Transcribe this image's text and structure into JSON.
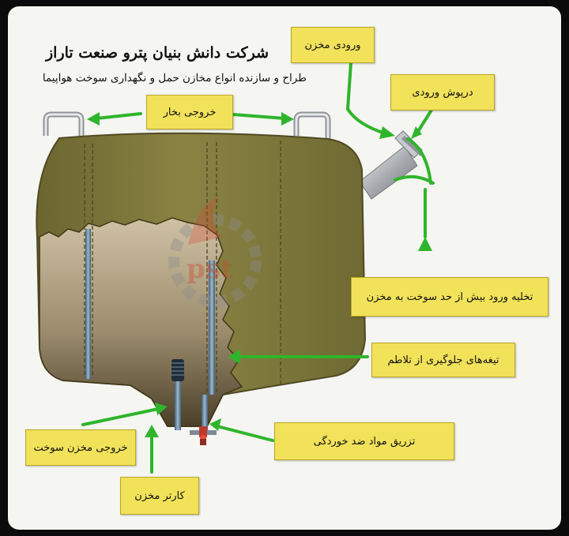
{
  "header": {
    "title": "شرکت دانش بنیان پترو صنعت تاراز",
    "subtitle": "طراح و سازنده انواع مخازن حمل و نگهداری سوخت هواپیما"
  },
  "watermark": {
    "text": "pst"
  },
  "labels": {
    "tank_inlet": "ورودی مخزن",
    "inlet_cap": "درپوش ورودی",
    "vapor_outlet": "خروجی بخار",
    "overfill_drain": "تخلیه ورود بیش از حد سوخت به مخزن",
    "baffles": "تیغه‌های جلوگیری از تلاطم",
    "anticorrosion": "تزریق مواد ضد خوردگی",
    "fuel_outlet": "خروجی مخزن سوخت",
    "sump": "کارتر مخزن"
  },
  "colors": {
    "label_bg": "#f2e25a",
    "arrow": "#2fb52b",
    "tank": "#7d7638"
  }
}
